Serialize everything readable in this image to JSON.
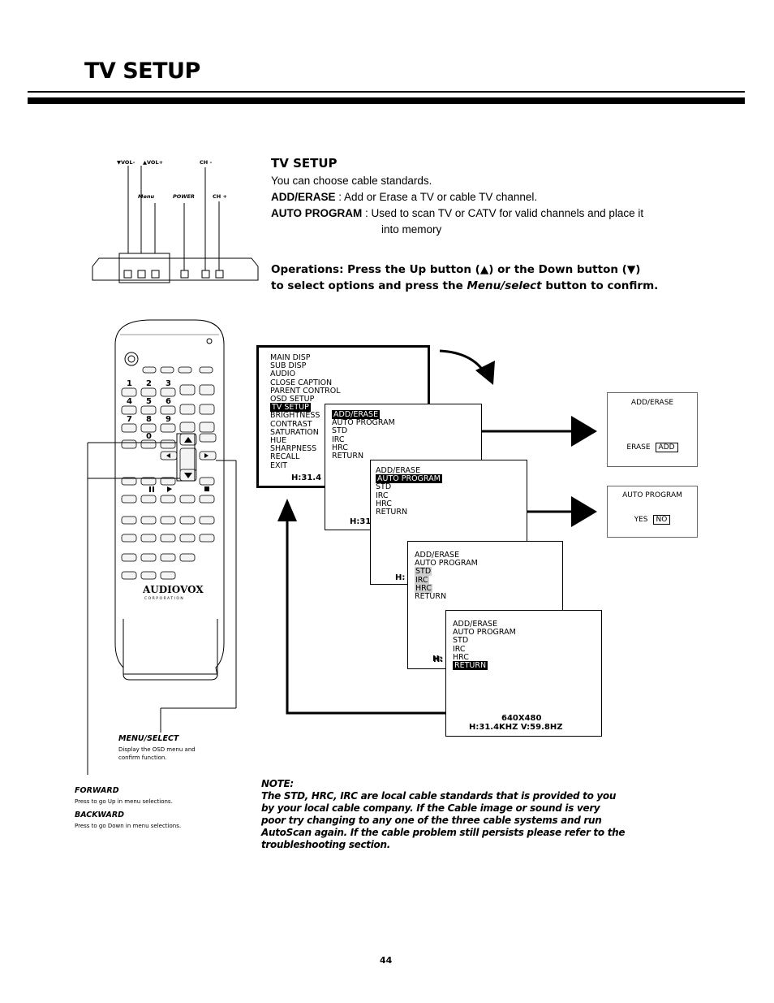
{
  "page": {
    "heading": "TV SETUP",
    "page_number": "44"
  },
  "section": {
    "title": "TV SETUP",
    "intro": "You can choose cable standards.",
    "add_erase_term": "ADD/ERASE",
    "add_erase_desc": " : Add or Erase a TV or cable TV channel.",
    "auto_program_term": "AUTO PROGRAM",
    "auto_program_desc": " : Used to scan TV or CATV for valid channels and place it",
    "auto_program_desc2": "into memory"
  },
  "operations": {
    "line1": "Operations:  Press the Up button (▲) or the Down button (▼)",
    "line2a": "to select options and press the ",
    "line2_italic": "Menu/select",
    "line2b": " button to confirm."
  },
  "panel_labels": {
    "vol_minus": "▼VOL-",
    "vol_plus": "▲VOL+",
    "menu": "Menu",
    "power": "POWER",
    "ch_minus": "CH -",
    "ch_plus": "CH +"
  },
  "main_menu": {
    "items": [
      "MAIN DISP",
      "SUB DISP",
      "AUDIO",
      "CLOSE CAPTION",
      "PARENT CONTROL",
      "OSD SETUP",
      "TV SETUP",
      "BRIGHTNESS",
      "CONTRAST",
      "SATURATION",
      "HUE",
      "SHARPNESS",
      "RECALL",
      "EXIT"
    ],
    "status": "H:31.4"
  },
  "tv_menu_1": {
    "items": [
      "ADD/ERASE",
      "AUTO PROGRAM",
      "STD",
      "IRC",
      "HRC",
      "RETURN"
    ],
    "status": "H:31"
  },
  "tv_menu_2": {
    "items": [
      "ADD/ERASE",
      "AUTO PROGRAM",
      "STD",
      "IRC",
      "HRC",
      "RETURN"
    ],
    "status": "H:"
  },
  "tv_menu_3": {
    "items": [
      "ADD/ERASE",
      "AUTO PROGRAM",
      "STD",
      "IRC",
      "HRC",
      "RETURN"
    ],
    "status": "H:"
  },
  "tv_menu_4": {
    "items": [
      "ADD/ERASE",
      "AUTO PROGRAM",
      "STD",
      "IRC",
      "HRC",
      "RETURN"
    ],
    "status": "H:",
    "resolution": "640X480",
    "frequency": "H:31.4KHZ V:59.8HZ"
  },
  "result_add_erase": {
    "title": "ADD/ERASE",
    "label": "ERASE",
    "button": "ADD"
  },
  "result_auto_program": {
    "title": "AUTO PROGRAM",
    "label": "YES",
    "button": "NO"
  },
  "remote": {
    "brand": "AUDIOVOX",
    "brand_sub": "CORPORATION",
    "digits": [
      "1",
      "2",
      "3",
      "4",
      "5",
      "6",
      "7",
      "8",
      "9",
      "0"
    ]
  },
  "captions": {
    "menu_select_title": "MENU/SELECT",
    "menu_select_text": "Display the OSD menu and confirm function.",
    "forward_title": "FORWARD",
    "forward_text": "Press to go Up in menu selections.",
    "backward_title": "BACKWARD",
    "backward_text": "Press to go Down in menu selections."
  },
  "note": {
    "title": "NOTE:",
    "text": "The STD, HRC, IRC are local cable standards that is provided to you by your local cable company.  If the Cable image or sound is very poor try changing to any one of the three cable systems and run AutoScan again.  If the cable problem still persists please refer to the troubleshooting section."
  }
}
